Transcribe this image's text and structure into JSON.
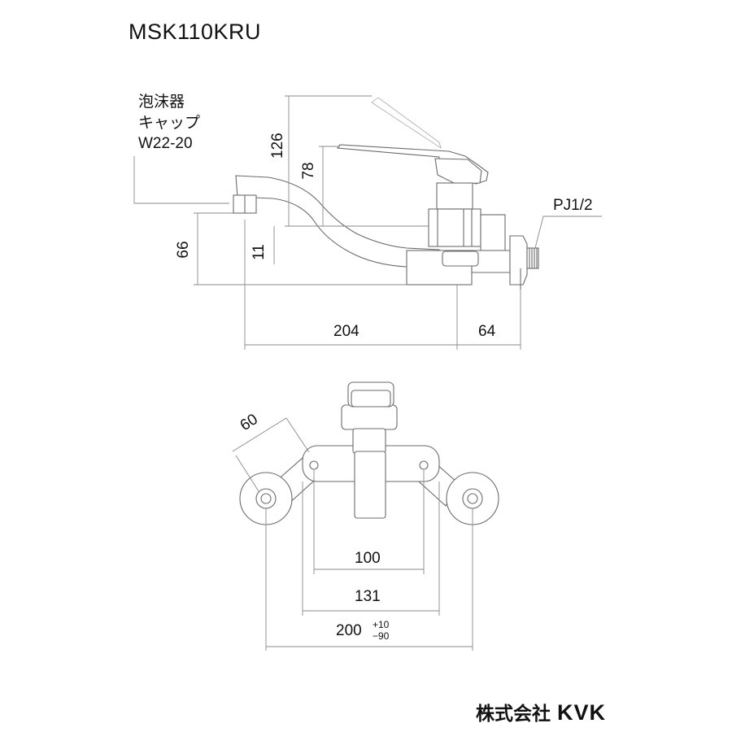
{
  "model": "MSK110KRU",
  "aerator_label": [
    "泡沫器",
    "キャップ",
    "W22-20"
  ],
  "connector_label": "PJ1/2",
  "side_view": {
    "height_handle_total": "126",
    "height_spout_top": "78",
    "height_spout_mouth": "66",
    "height_outlet_offset": "11",
    "length_spout": "204",
    "length_body": "64"
  },
  "front_view": {
    "rotation_radius": "60",
    "width_inner": "100",
    "width_mid": "131",
    "width_centers": "200",
    "tol_plus": "+10",
    "tol_minus": "−90"
  },
  "company": {
    "name": "株式会社",
    "logo": "KVK"
  }
}
